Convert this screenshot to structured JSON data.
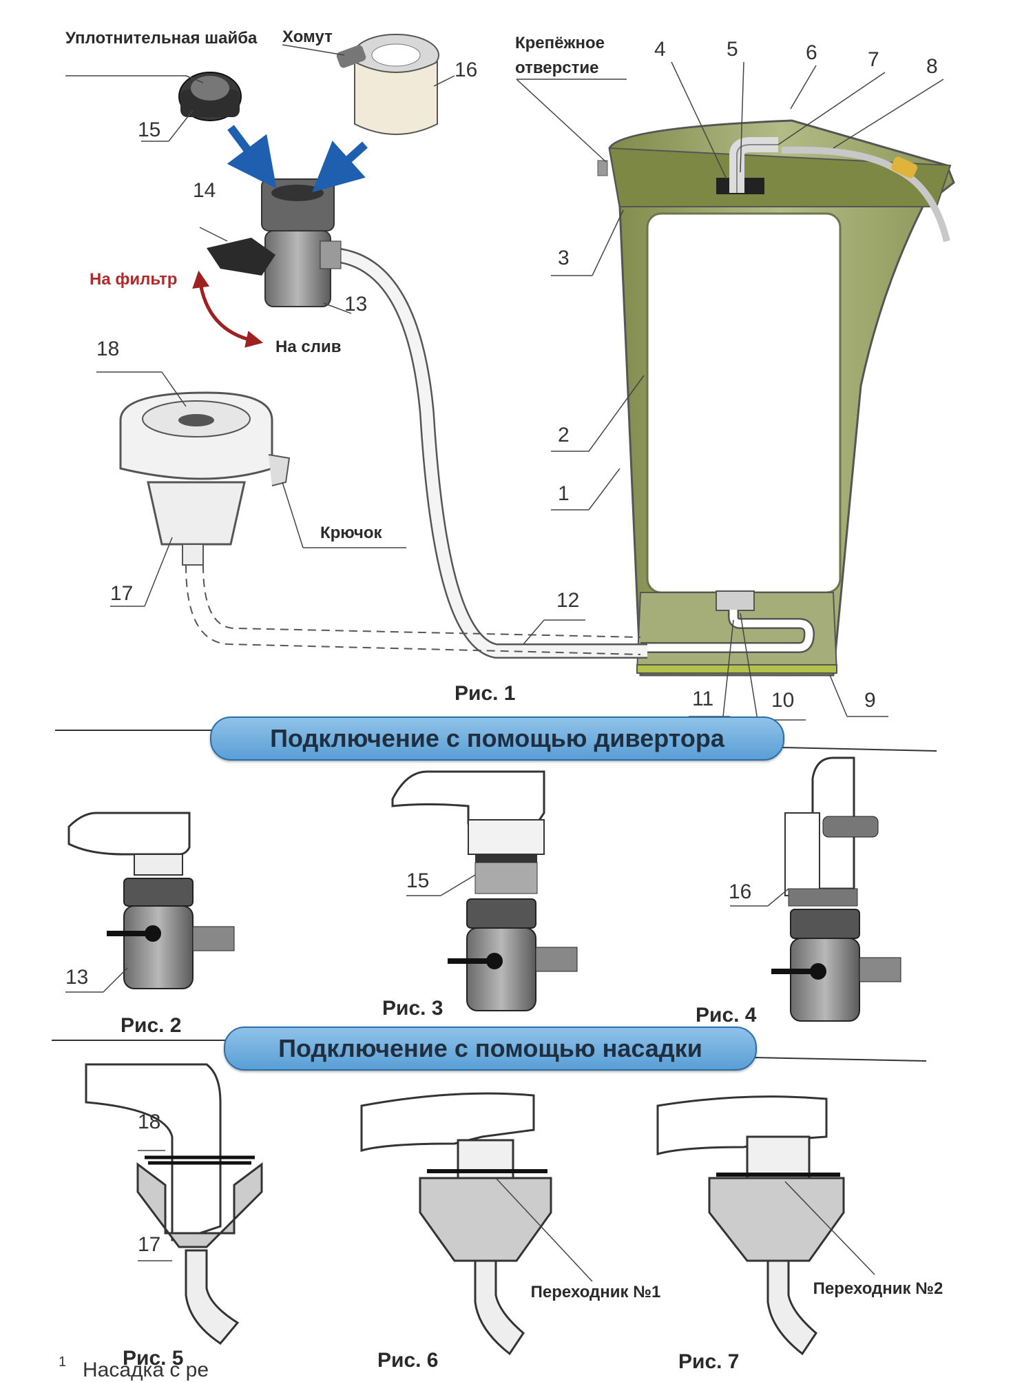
{
  "labels": {
    "seal_washer": "Уплотнительная шайба",
    "clamp": "Хомут",
    "mount_hole": "Крепёжное отверстие",
    "to_filter": "На фильтр",
    "to_drain": "На слив",
    "hook": "Крючок",
    "adapter1": "Переходник №1",
    "adapter2": "Переходник №2"
  },
  "numbers": {
    "n1": "1",
    "n2": "2",
    "n3": "3",
    "n4": "4",
    "n5": "5",
    "n6": "6",
    "n7": "7",
    "n8": "8",
    "n9": "9",
    "n10": "10",
    "n11": "11",
    "n12": "12",
    "n13": "13",
    "n14": "14",
    "n15": "15",
    "n16": "16",
    "n17": "17",
    "n18": "18",
    "f2_13": "13",
    "f3_15": "15",
    "f4_16": "16",
    "f5_18": "18",
    "f5_17": "17"
  },
  "captions": {
    "fig1": "Рис. 1",
    "fig2": "Рис. 2",
    "fig3": "Рис. 3",
    "fig4": "Рис. 4",
    "fig5": "Рис. 5",
    "fig6": "Рис. 6",
    "fig7": "Рис. 7"
  },
  "sections": {
    "diverter": "Подключение с помощью дивертора",
    "nozzle": "Подключение с помощью насадки"
  },
  "footnote": {
    "mark": "1",
    "text": "Насадка с ре"
  },
  "colors": {
    "filter_body": "#9aa56a",
    "banner": "#6aaee0",
    "arrow_blue": "#1f5fb0",
    "arrow_red": "#9e2020"
  }
}
